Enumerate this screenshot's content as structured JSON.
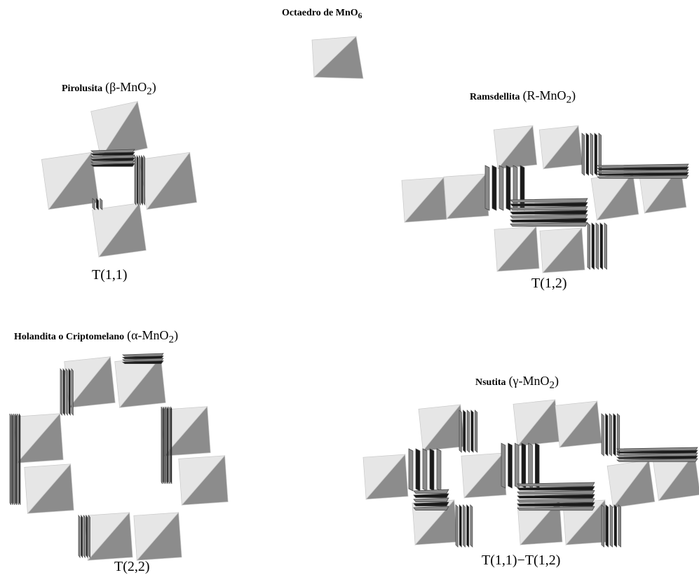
{
  "octahedron": {
    "name": "Octaedro de MnO",
    "sub": "6"
  },
  "structures": [
    {
      "name": "Pirolusita",
      "formula_pre": "(β-MnO",
      "formula_sub": "2",
      "formula_post": ")",
      "tunnel": "T(1,1)"
    },
    {
      "name": "Ramsdellita",
      "formula_pre": "(R-MnO",
      "formula_sub": "2",
      "formula_post": ")",
      "tunnel": "T(1,2)"
    },
    {
      "name": "Holandita o Criptomelano",
      "formula_pre": "(α-MnO",
      "formula_sub": "2",
      "formula_post": ")",
      "tunnel": "T(2,2)"
    },
    {
      "name": "Nsutita",
      "formula_pre": "(γ-MnO",
      "formula_sub": "2",
      "formula_post": ")",
      "tunnel": "T(1,1)−T(1,2)"
    }
  ],
  "colors": {
    "light": "#e6e6e6",
    "mid": "#b9b9b9",
    "dark": "#8c8c8c",
    "edge": "#111111"
  }
}
